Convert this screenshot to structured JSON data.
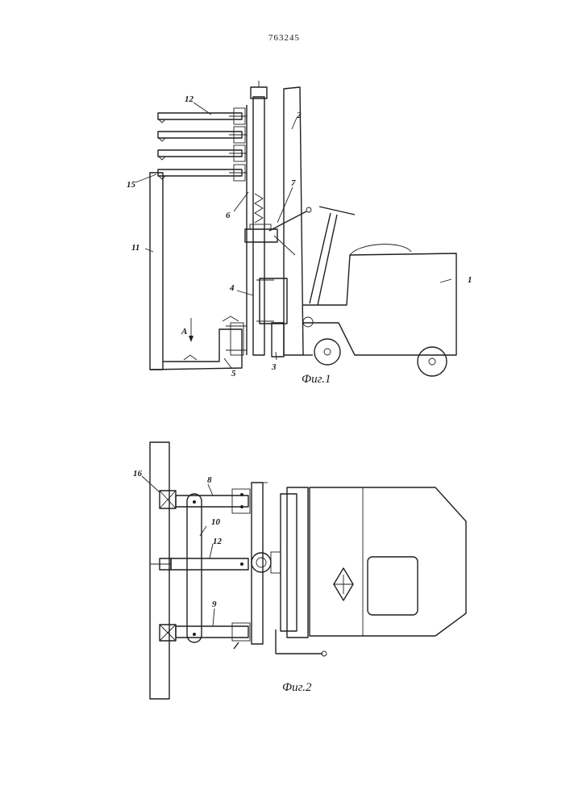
{
  "document": {
    "patent_number": "763245"
  },
  "figure1": {
    "caption": "Фиг.1",
    "labels": [
      "12",
      "2",
      "15",
      "6",
      "7",
      "11",
      "4",
      "1",
      "A",
      "3",
      "5"
    ]
  },
  "figure2": {
    "caption": "Фиг.2",
    "labels": [
      "16",
      "8",
      "10",
      "12",
      "9"
    ]
  }
}
